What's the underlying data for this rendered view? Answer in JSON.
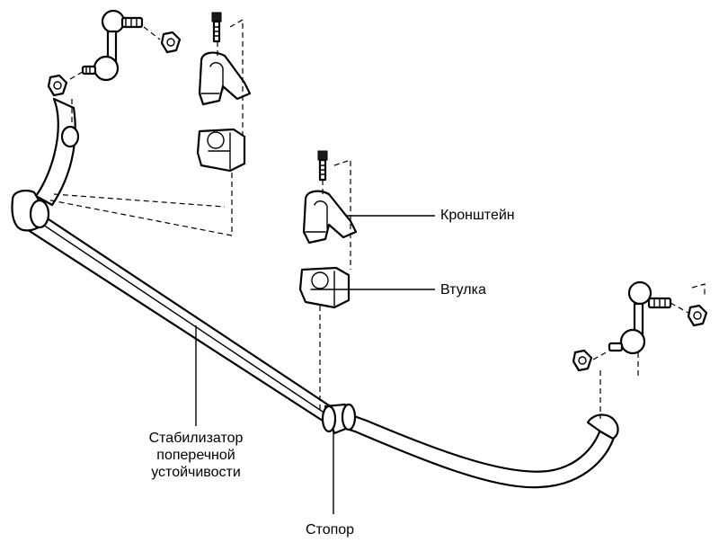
{
  "labels": {
    "bracket": "Кронштейн",
    "bushing": "Втулка",
    "stabilizer": [
      "Стабилизатор",
      "поперечной",
      "устойчивости"
    ],
    "stopper": "Стопор"
  },
  "colors": {
    "line": "#000000",
    "background": "#ffffff"
  }
}
